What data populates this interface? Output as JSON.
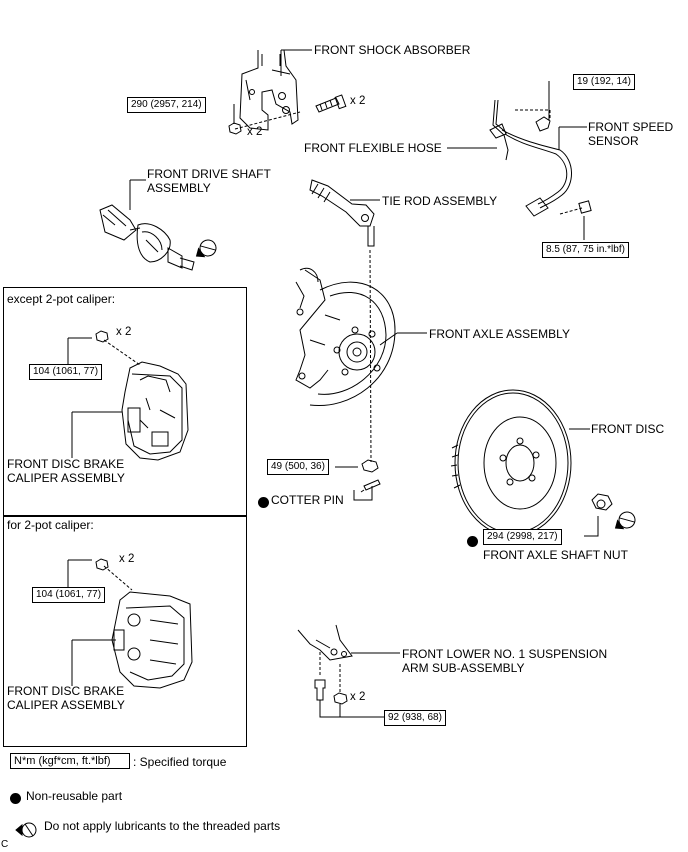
{
  "labels": {
    "front_shock_absorber": "FRONT SHOCK ABSORBER",
    "front_flexible_hose": "FRONT FLEXIBLE HOSE",
    "front_speed_sensor": "FRONT SPEED\nSENSOR",
    "front_drive_shaft": "FRONT DRIVE SHAFT\nASSEMBLY",
    "tie_rod": "TIE ROD ASSEMBLY",
    "front_axle": "FRONT AXLE ASSEMBLY",
    "front_disc": "FRONT DISC",
    "cotter_pin": "COTTER PIN",
    "front_axle_shaft_nut": "FRONT AXLE SHAFT NUT",
    "lower_arm": "FRONT LOWER NO. 1 SUSPENSION\nARM SUB-ASSEMBLY",
    "caliper_1": "FRONT DISC BRAKE\nCALIPER ASSEMBLY",
    "caliper_2": "FRONT DISC BRAKE\nCALIPER ASSEMBLY",
    "panel_1_title": "except 2-pot caliper:",
    "panel_2_title": "for 2-pot caliper:"
  },
  "torques": {
    "shock_bolt": "290 (2957, 214)",
    "speed_sensor_bracket": "19 (192, 14)",
    "speed_sensor": "8.5 (87, 75 in.*lbf)",
    "caliper_1": "104 (1061, 77)",
    "caliper_2": "104 (1061, 77)",
    "tie_rod_nut": "49 (500, 36)",
    "axle_shaft_nut": "294 (2998, 217)",
    "lower_arm": "92 (938, 68)"
  },
  "quantities": {
    "shock_bolt": "x 2",
    "shock_nut": "x 2",
    "caliper_1": "x 2",
    "caliper_2": "x 2",
    "lower_arm": "x 2"
  },
  "legend": {
    "unit_box": "N*m (kgf*cm, ft.*lbf)",
    "unit_text": ": Specified torque",
    "non_reusable": "Non-reusable part",
    "no_lubricant": "Do not apply lubricants to the threaded parts"
  },
  "footer_code": "C"
}
